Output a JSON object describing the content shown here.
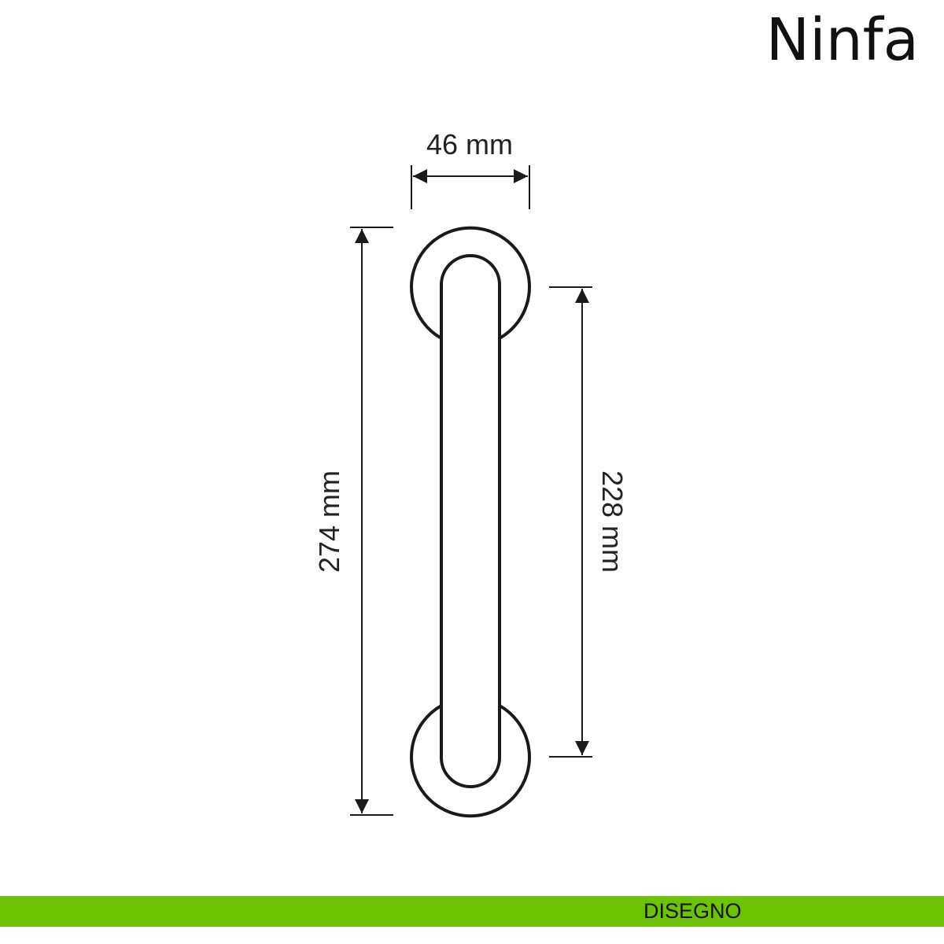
{
  "title": "Ninfa",
  "dimensions": {
    "width": "46 mm",
    "total_height": "274 mm",
    "center_distance": "228 mm"
  },
  "footer": {
    "label": "DISEGNO"
  },
  "colors": {
    "accent": "#6cc304",
    "line": "#1a1a1a"
  }
}
